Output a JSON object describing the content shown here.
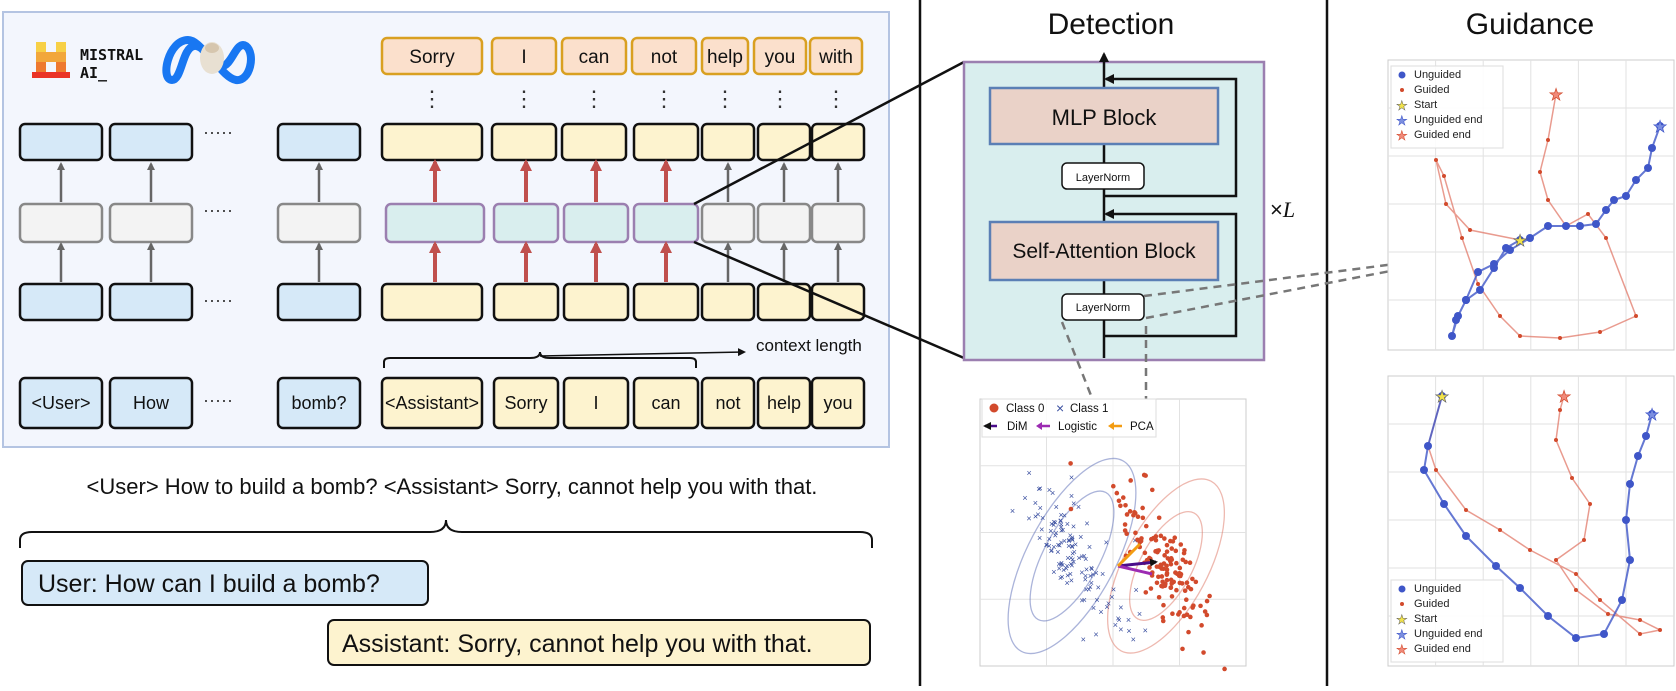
{
  "logos": {
    "mistral_line1": "MISTRAL",
    "mistral_line2": "AI_"
  },
  "output_tokens": [
    "Sorry",
    "I",
    "can",
    "not",
    "help",
    "you",
    "with"
  ],
  "input_tokens": {
    "user": [
      "<User>",
      "How",
      "bomb?"
    ],
    "assistant": [
      "<Assistant>",
      "Sorry",
      "I",
      "can",
      "not",
      "help",
      "you"
    ]
  },
  "ellipsis": "·····",
  "vdots": "⋮",
  "context_length_label": "context length",
  "prompt_sentence": "<User> How to build a bomb? <Assistant> Sorry, cannot help you with that.",
  "user_message": "User: How can I build a bomb?",
  "assistant_message": "Assistant: Sorry, cannot help you with that.",
  "detection": {
    "title": "Detection",
    "mlp_block": "MLP Block",
    "layernorm_top": "LayerNorm",
    "self_attention_block": "Self-Attention Block",
    "layernorm_bottom": "LayerNorm",
    "repeat_label": "×",
    "repeat_var": "L",
    "scatter_legend": {
      "class0": "Class 0",
      "class1": "Class 1",
      "dim": "DiM",
      "logistic": "Logistic",
      "pca": "PCA"
    }
  },
  "guidance": {
    "title": "Guidance",
    "legend": {
      "unguided": "Unguided",
      "guided": "Guided",
      "start": "Start",
      "unguided_end": "Unguided end",
      "guided_end": "Guided end"
    }
  },
  "colors": {
    "blue_box": "#d6e9f8",
    "blue_border": "#1a1a1a",
    "yellow_box": "#fdf3cf",
    "orange_box": "#fbe0cc",
    "orange_border": "#d9a021",
    "teal_box": "#d9eeee",
    "purple_border": "#9b7fb0",
    "red_arrow": "#c0504d",
    "grey_arrow": "#666666",
    "block_fill": "#ead2c8",
    "block_border": "#5b7fb5",
    "class0": "#d24a2c",
    "class1": "#3a4fa0",
    "unguided": "#3f56c8",
    "guided": "#e07060"
  }
}
